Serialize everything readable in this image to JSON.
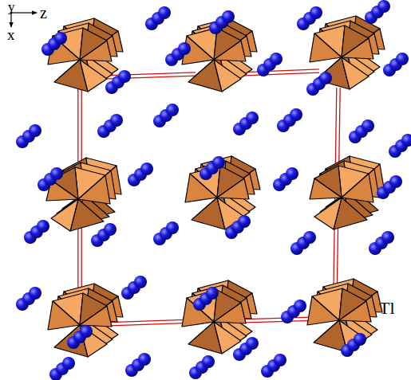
{
  "diagram": {
    "labels": [
      "y",
      "z",
      "x",
      "Tl"
    ]
  }
}
